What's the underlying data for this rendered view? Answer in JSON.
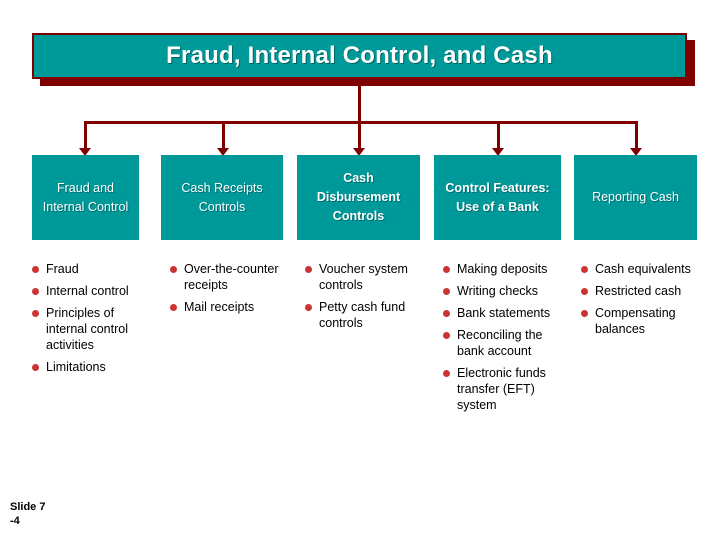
{
  "title": {
    "text": "Fraud, Internal Control, and Cash"
  },
  "colors": {
    "banner": "#009999",
    "banner_border": "#800000",
    "shadow": "#800000",
    "connector": "#800000",
    "bullet": "#cc3333",
    "header_text": "#ffffff",
    "body_text": "#000000"
  },
  "columns": [
    {
      "header": "Fraud and Internal Control",
      "header_bold": false,
      "items": [
        "Fraud",
        "Internal control",
        "Principles of internal control activities",
        "Limitations"
      ]
    },
    {
      "header": "Cash Receipts Controls",
      "header_bold": false,
      "items": [
        "Over-the-counter receipts",
        "Mail receipts"
      ]
    },
    {
      "header": "Cash Disbursement Controls",
      "header_bold": true,
      "items": [
        "Voucher system controls",
        "Petty cash fund controls"
      ]
    },
    {
      "header": "Control Features: Use of a Bank",
      "header_bold": true,
      "items": [
        "Making deposits",
        "Writing checks",
        "Bank statements",
        "Reconciling the bank account",
        "Electronic funds transfer (EFT) system"
      ]
    },
    {
      "header": "Reporting Cash",
      "header_bold": true,
      "items": [
        "Cash equivalents",
        "Restricted cash",
        "Compensating balances"
      ]
    }
  ],
  "footer": {
    "slide_label": "Slide 7",
    "slide_sub": "-4"
  }
}
